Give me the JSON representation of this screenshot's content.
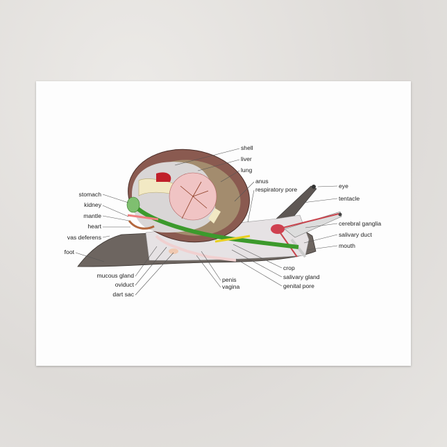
{
  "labels": {
    "shell": "shell",
    "liver": "liver",
    "lung": "lung",
    "anus": "anus",
    "respiratory_pore": "respiratory pore",
    "eye": "eye",
    "tentacle": "tentacle",
    "cerebral_ganglia": "cerebral ganglia",
    "salivary_duct": "salivary duct",
    "mouth": "mouth",
    "crop": "crop",
    "salivary_gland": "salivary gland",
    "genital_pore": "genital pore",
    "penis": "penis",
    "vagina": "vagina",
    "mucous_gland": "mucous gland",
    "oviduct": "oviduct",
    "dart_sac": "dart sac",
    "stomach": "stomach",
    "kidney": "kidney",
    "mantle": "mantle",
    "heart": "heart",
    "vas_deferens": "vas deferens",
    "foot": "foot"
  },
  "colors": {
    "body": "#6d6560",
    "shell": "#8a5a50",
    "liver": "#f2e9c4",
    "lung": "#f0c4c4",
    "digestive": "#3c9a2c",
    "salivary": "#e8d020",
    "nerve": "#c8454e",
    "card": "#fdfdfd"
  }
}
